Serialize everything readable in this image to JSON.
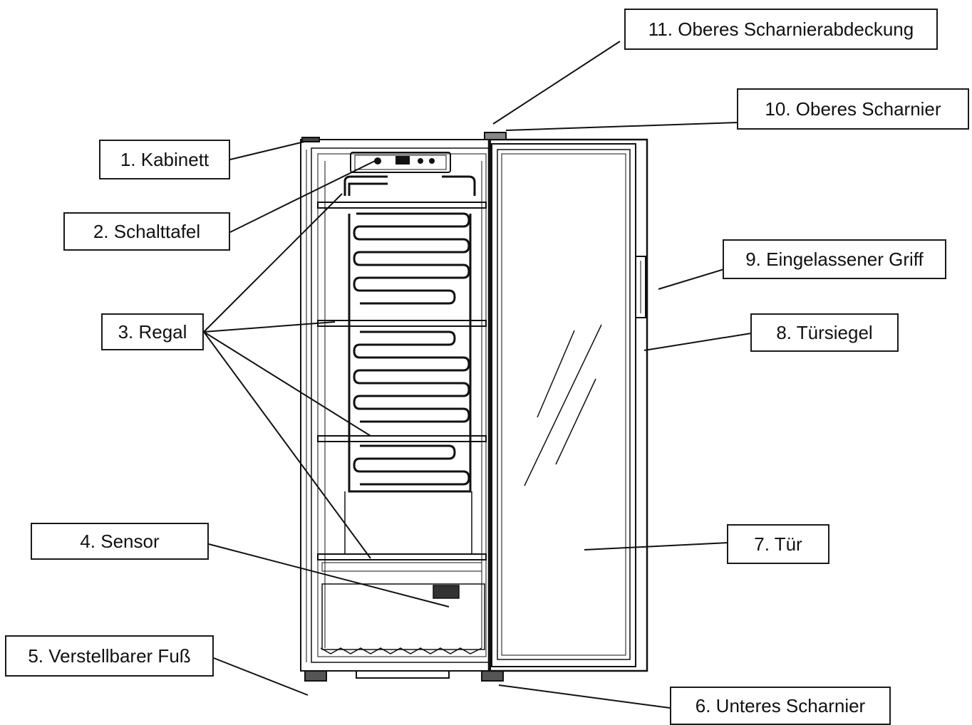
{
  "labels": {
    "cabinet": "1. Kabinett",
    "control_panel": "2. Schalttafel",
    "shelf": "3. Regal",
    "sensor": "4. Sensor",
    "adjustable_foot": "5. Verstellbarer Fuß",
    "lower_hinge": "6. Unteres Scharnier",
    "door": "7. Tür",
    "door_seal": "8. Türsiegel",
    "recessed_handle": "9. Eingelassener Griff",
    "upper_hinge": "10. Oberes Scharnier",
    "upper_hinge_cover": "11. Oberes Scharnierabdeckung"
  },
  "colors": {
    "line": "#111111",
    "background": "#ffffff"
  }
}
